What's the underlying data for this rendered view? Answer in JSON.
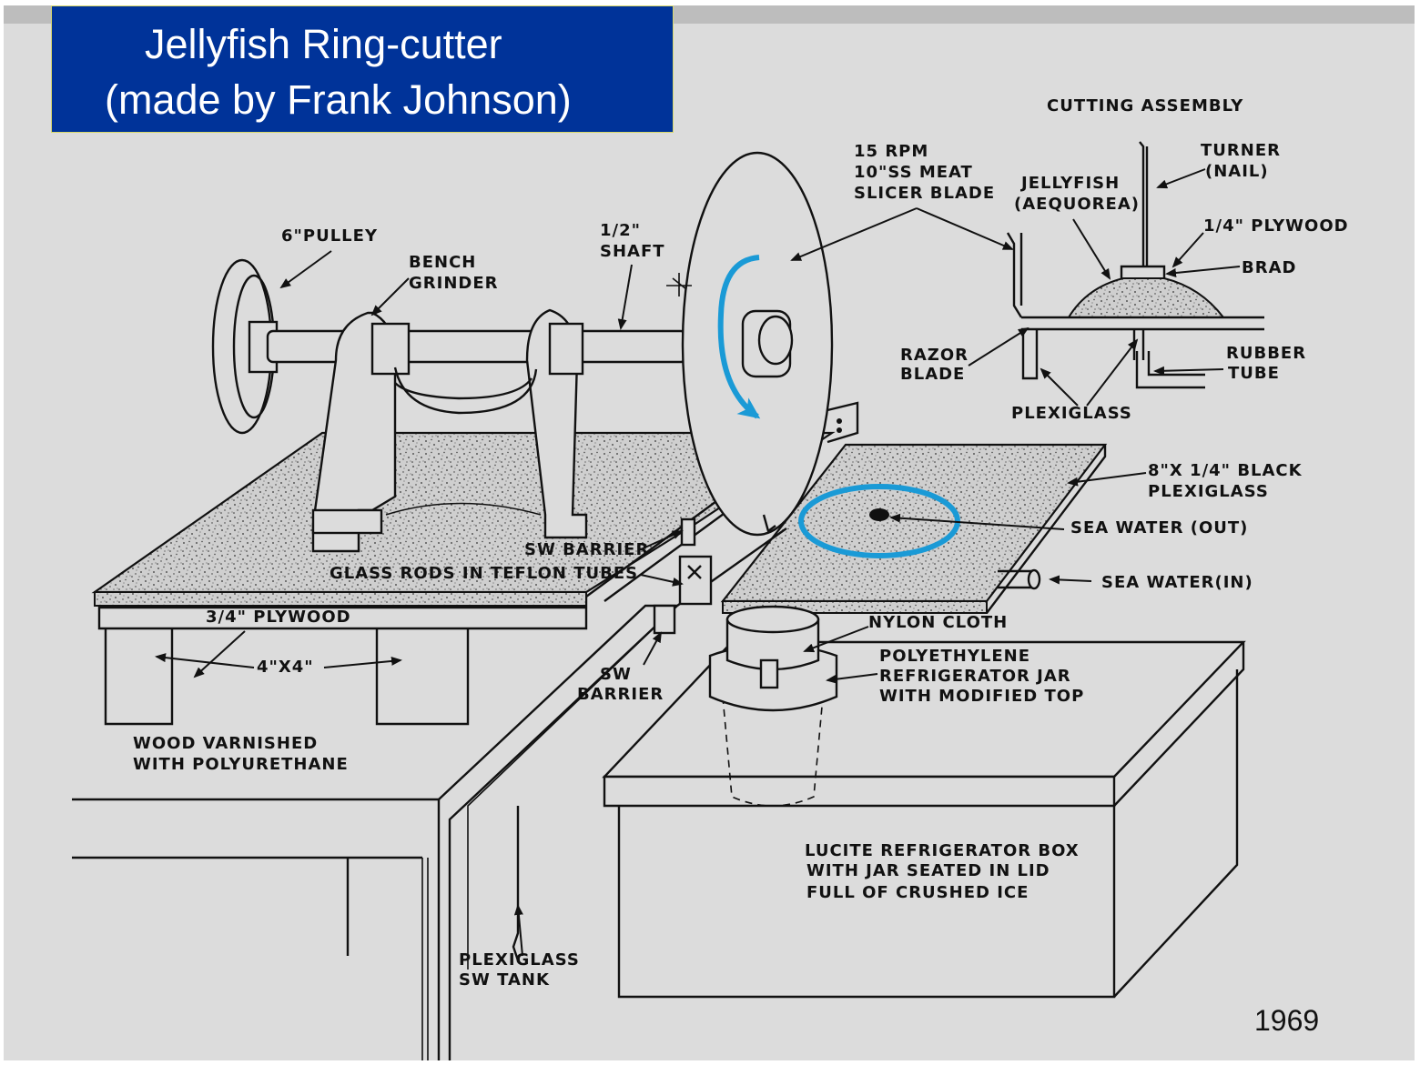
{
  "title": {
    "line1": "Jellyfish Ring-cutter",
    "line2": "(made by Frank Johnson)"
  },
  "year": "1969",
  "colors": {
    "title_bg": "#003399",
    "title_text": "#ffffff",
    "annotation_blue": "#1a9ad6",
    "background": "#dcdcdc"
  },
  "labels": {
    "cutting_assembly": "CUTTING ASSEMBLY",
    "rpm_1": "15 RPM",
    "rpm_2": "10\"SS MEAT",
    "rpm_3": "SLICER BLADE",
    "turner_1": "TURNER",
    "turner_2": "(NAIL)",
    "jellyfish_1": "JELLYFISH",
    "jellyfish_2": "(AEQUOREA)",
    "plywood_quarter": "1/4\" PLYWOOD",
    "brad": "BRAD",
    "pulley": "6\"PULLEY",
    "bench_1": "BENCH",
    "bench_2": "GRINDER",
    "shaft_1": "1/2\"",
    "shaft_2": "SHAFT",
    "razor_1": "RAZOR",
    "razor_2": "BLADE",
    "rubber_1": "RUBBER",
    "rubber_2": "TUBE",
    "plexiglass": "PLEXIGLASS",
    "black_plexi_1": "8\"X 1/4\" BLACK",
    "black_plexi_2": "PLEXIGLASS",
    "sea_out": "SEA WATER (OUT)",
    "sea_in": "SEA WATER(IN)",
    "sw_barrier_top": "SW BARRIER",
    "glass_rods": "GLASS RODS IN TEFLON TUBES",
    "plywood_34": "3/4\" PLYWOOD",
    "four_by_four": "4\"X4\"",
    "nylon": "NYLON CLOTH",
    "poly_1": "POLYETHYLENE",
    "poly_2": "REFRIGERATOR JAR",
    "poly_3": "WITH MODIFIED TOP",
    "sw_barrier_1": "SW",
    "sw_barrier_2": "BARRIER",
    "wood_1": "WOOD VARNISHED",
    "wood_2": "WITH POLYURETHANE",
    "lucite_1": "LUCITE REFRIGERATOR BOX",
    "lucite_2": "WITH JAR SEATED IN LID",
    "lucite_3": "FULL OF CRUSHED ICE",
    "tank_1": "PLEXIGLASS",
    "tank_2": "SW TANK"
  }
}
